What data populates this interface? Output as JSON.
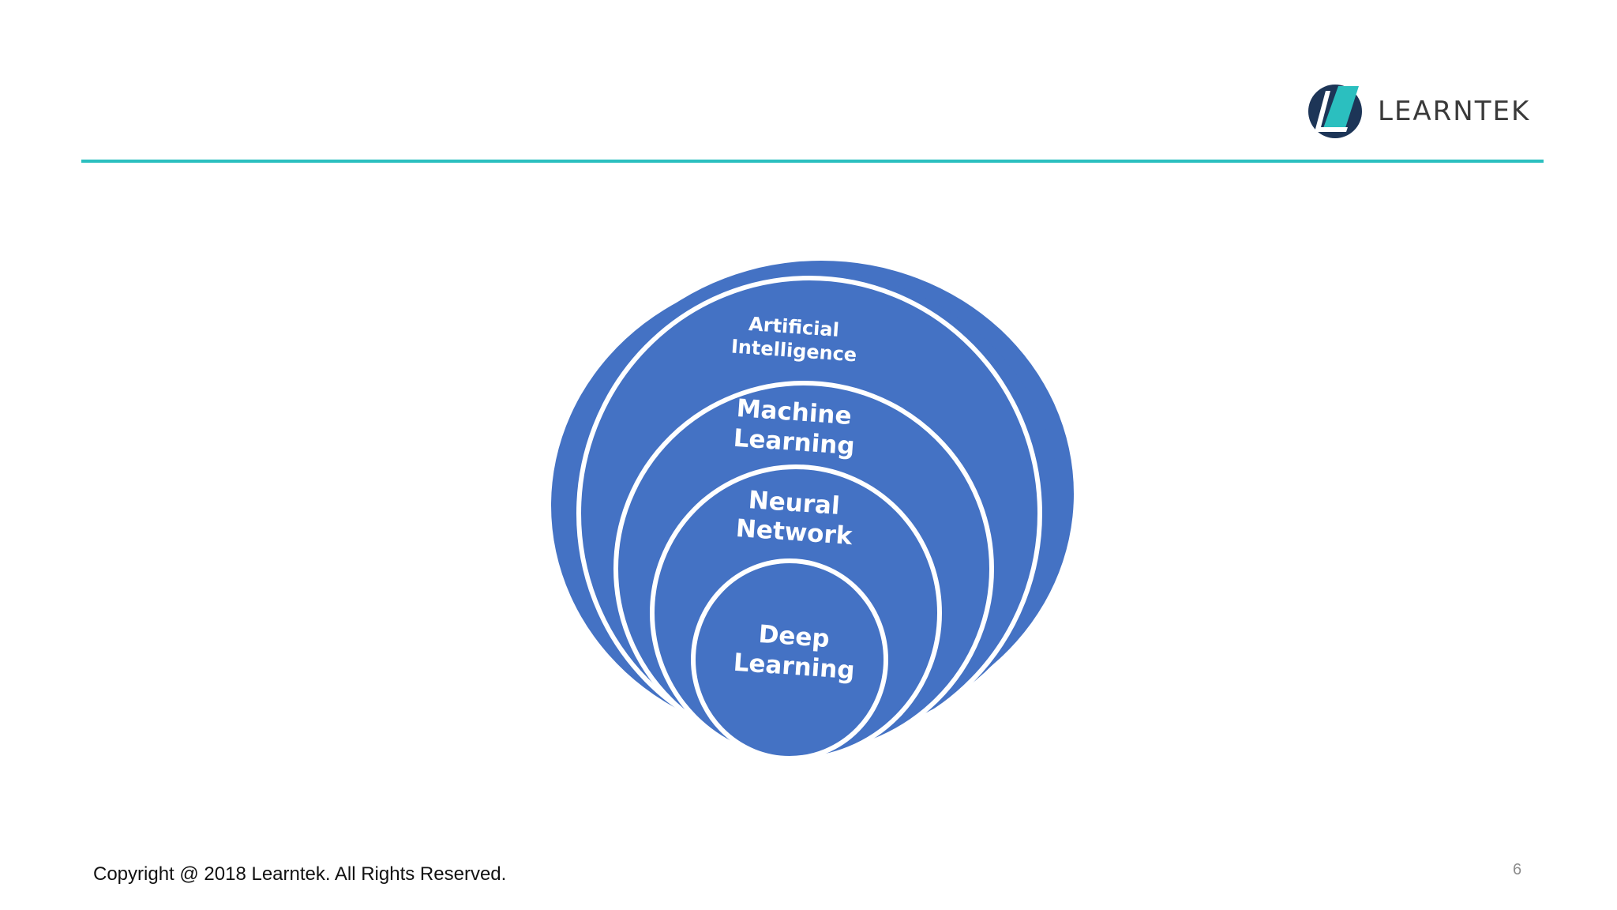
{
  "logo": {
    "text": "LEARNTEK",
    "mark_icon": "learntek-l-icon",
    "colors": {
      "dark": "#1d3557",
      "teal": "#2bbfbf"
    }
  },
  "diagram": {
    "levels": [
      {
        "line1": "Artificial",
        "line2": "Intelligence"
      },
      {
        "line1": "Machine",
        "line2": "Learning"
      },
      {
        "line1": "Neural",
        "line2": "Network"
      },
      {
        "line1": "Deep",
        "line2": "Learning"
      }
    ],
    "colors": {
      "fill": "#4472c4",
      "ring": "#ffffff"
    }
  },
  "footer": {
    "copyright": "Copyright @ 2018 Learntek. All Rights Reserved.",
    "page_number": "6"
  },
  "colors": {
    "rule": "#2bbfbf"
  }
}
